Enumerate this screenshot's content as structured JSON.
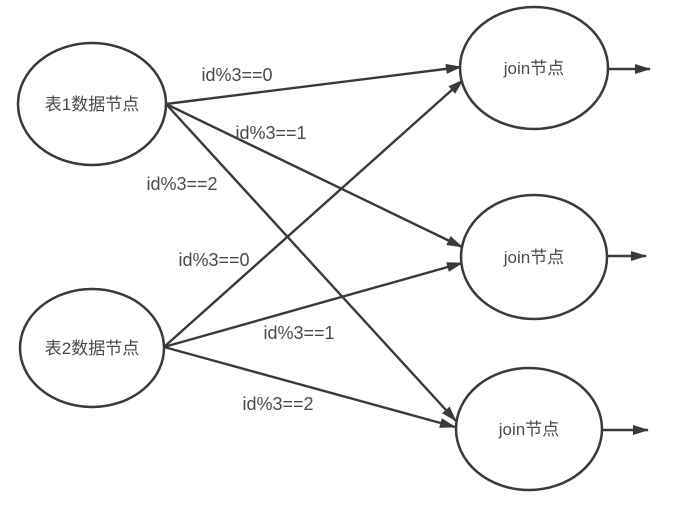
{
  "diagram": {
    "title": "table partition join flow",
    "colors": {
      "stroke": "#3a3a3a",
      "label": "#4a4a4a",
      "background": "#ffffff"
    },
    "nodes": [
      {
        "id": "table1",
        "label": "表1数据节点",
        "shape": "ellipse",
        "role": "source"
      },
      {
        "id": "table2",
        "label": "表2数据节点",
        "shape": "ellipse",
        "role": "source"
      },
      {
        "id": "join1",
        "label": "join节点",
        "shape": "ellipse",
        "role": "join"
      },
      {
        "id": "join2",
        "label": "join节点",
        "shape": "ellipse",
        "role": "join"
      },
      {
        "id": "join3",
        "label": "join节点",
        "shape": "ellipse",
        "role": "join"
      }
    ],
    "edges": [
      {
        "from": "table1",
        "to": "join1",
        "label": "id%3==0"
      },
      {
        "from": "table1",
        "to": "join2",
        "label": "id%3==1"
      },
      {
        "from": "table1",
        "to": "join3",
        "label": "id%3==2"
      },
      {
        "from": "table2",
        "to": "join1",
        "label": "id%3==0"
      },
      {
        "from": "table2",
        "to": "join2",
        "label": "id%3==1"
      },
      {
        "from": "table2",
        "to": "join3",
        "label": "id%3==2"
      },
      {
        "from": "join1",
        "to": "output",
        "label": ""
      },
      {
        "from": "join2",
        "to": "output",
        "label": ""
      },
      {
        "from": "join3",
        "to": "output",
        "label": ""
      }
    ]
  }
}
